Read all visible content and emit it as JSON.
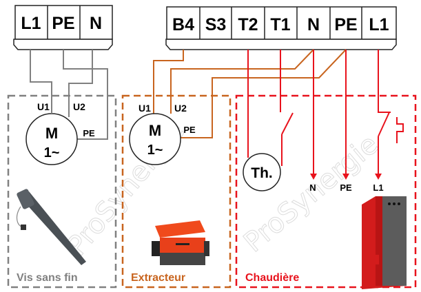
{
  "colors": {
    "vis": "#808080",
    "extracteur": "#c8641e",
    "chaudiere": "#e8121c",
    "terminal_stroke": "#222222",
    "text": "#000000"
  },
  "terminal_blocks": {
    "left": {
      "labels": [
        "L1",
        "PE",
        "N"
      ]
    },
    "right": {
      "labels": [
        "B4",
        "S3",
        "T2",
        "T1",
        "N",
        "PE",
        "L1"
      ]
    }
  },
  "sections": {
    "vis": {
      "caption": "Vis sans fin",
      "motor": {
        "line1": "M",
        "line2": "1~",
        "u1": "U1",
        "u2": "U2",
        "pe": "PE"
      }
    },
    "extracteur": {
      "caption": "Extracteur",
      "motor": {
        "line1": "M",
        "line2": "1~",
        "u1": "U1",
        "u2": "U2",
        "pe": "PE"
      }
    },
    "chaudiere": {
      "caption": "Chaudière",
      "thermostat": "Th.",
      "outputs": [
        "N",
        "PE",
        "L1"
      ]
    }
  },
  "watermark": "ProSynergie"
}
